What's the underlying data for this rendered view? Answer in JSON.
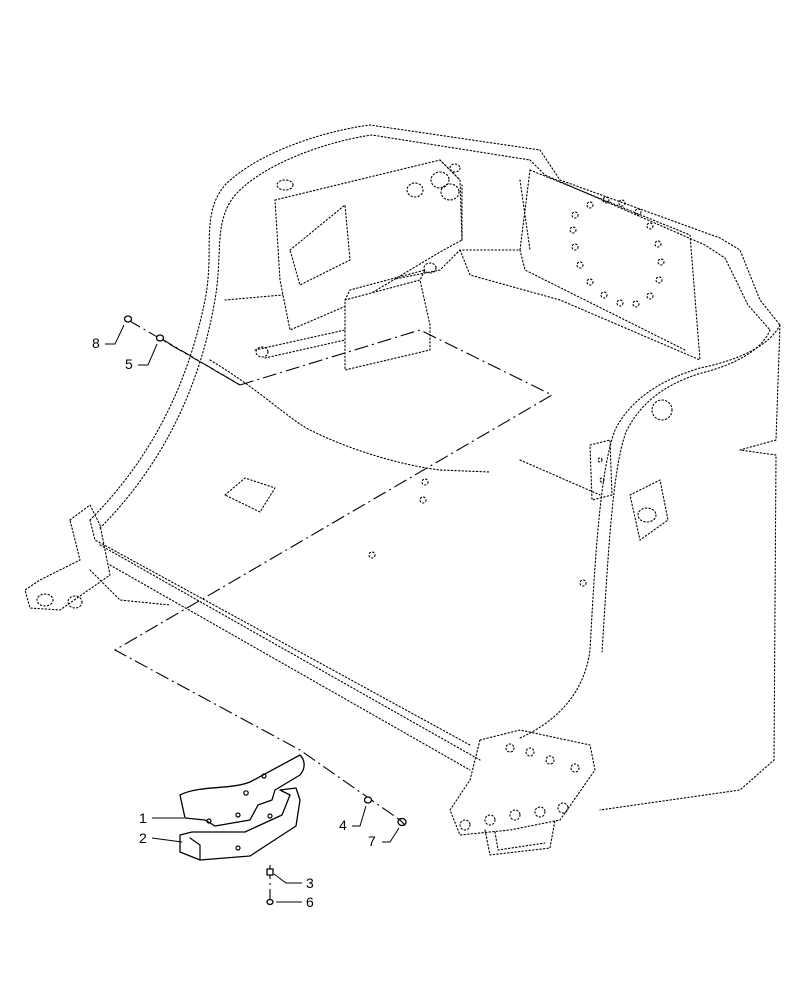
{
  "callouts": [
    {
      "id": "c1",
      "label": "1"
    },
    {
      "id": "c2",
      "label": "2"
    },
    {
      "id": "c3",
      "label": "3"
    },
    {
      "id": "c4",
      "label": "4"
    },
    {
      "id": "c5",
      "label": "5"
    },
    {
      "id": "c6",
      "label": "6"
    },
    {
      "id": "c7",
      "label": "7"
    },
    {
      "id": "c8",
      "label": "8"
    }
  ],
  "colors": {
    "line": "#000000",
    "background": "#ffffff"
  }
}
